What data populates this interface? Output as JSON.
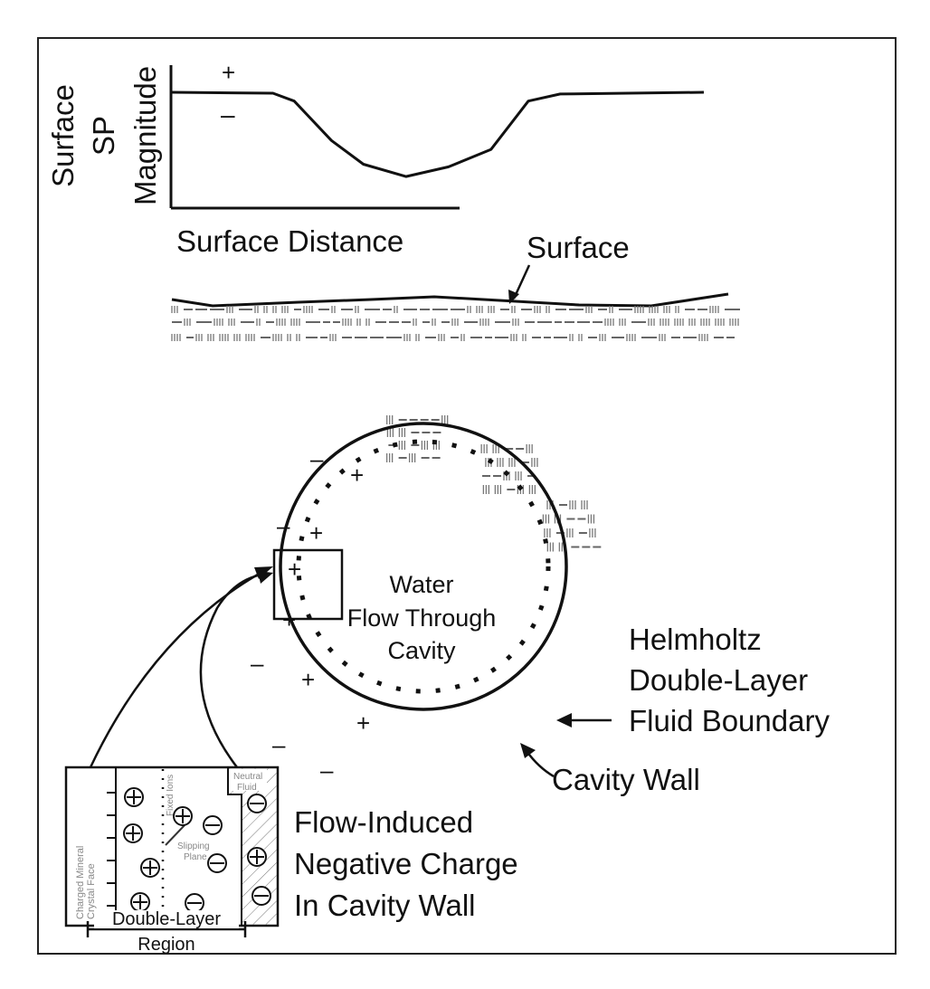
{
  "plot": {
    "y_label_lines": [
      "Surface",
      "SP",
      "Magnitude"
    ],
    "x_label": "Surface Distance",
    "plus_sign": "+",
    "minus_sign": "–",
    "profile_points": [
      [
        0,
        0.0
      ],
      [
        0.19,
        0.01
      ],
      [
        0.23,
        0.1
      ],
      [
        0.3,
        0.55
      ],
      [
        0.36,
        0.82
      ],
      [
        0.44,
        0.96
      ],
      [
        0.52,
        0.85
      ],
      [
        0.6,
        0.65
      ],
      [
        0.67,
        0.1
      ],
      [
        0.73,
        0.02
      ],
      [
        1.0,
        0.0
      ]
    ]
  },
  "surface_label": "Surface",
  "cavity": {
    "center_label_lines": [
      "Water",
      "Flow Through",
      "Cavity"
    ]
  },
  "callouts": {
    "helmholtz_lines": [
      "Helmholtz",
      "Double-Layer",
      "Fluid Boundary"
    ],
    "cavity_wall": "Cavity Wall",
    "flow_induced_lines": [
      "Flow-Induced",
      "Negative Charge",
      "In Cavity Wall"
    ]
  },
  "inset": {
    "crystal_face_lines": [
      "Charged Mineral",
      "Crystal Face"
    ],
    "fixed_ions": "Fixed Ions",
    "slipping_plane_lines": [
      "Slipping",
      "Plane"
    ],
    "neutral_fluid_lines": [
      "Neutral",
      "Fluid"
    ],
    "region_lines": [
      "Double-Layer",
      "Region"
    ]
  }
}
